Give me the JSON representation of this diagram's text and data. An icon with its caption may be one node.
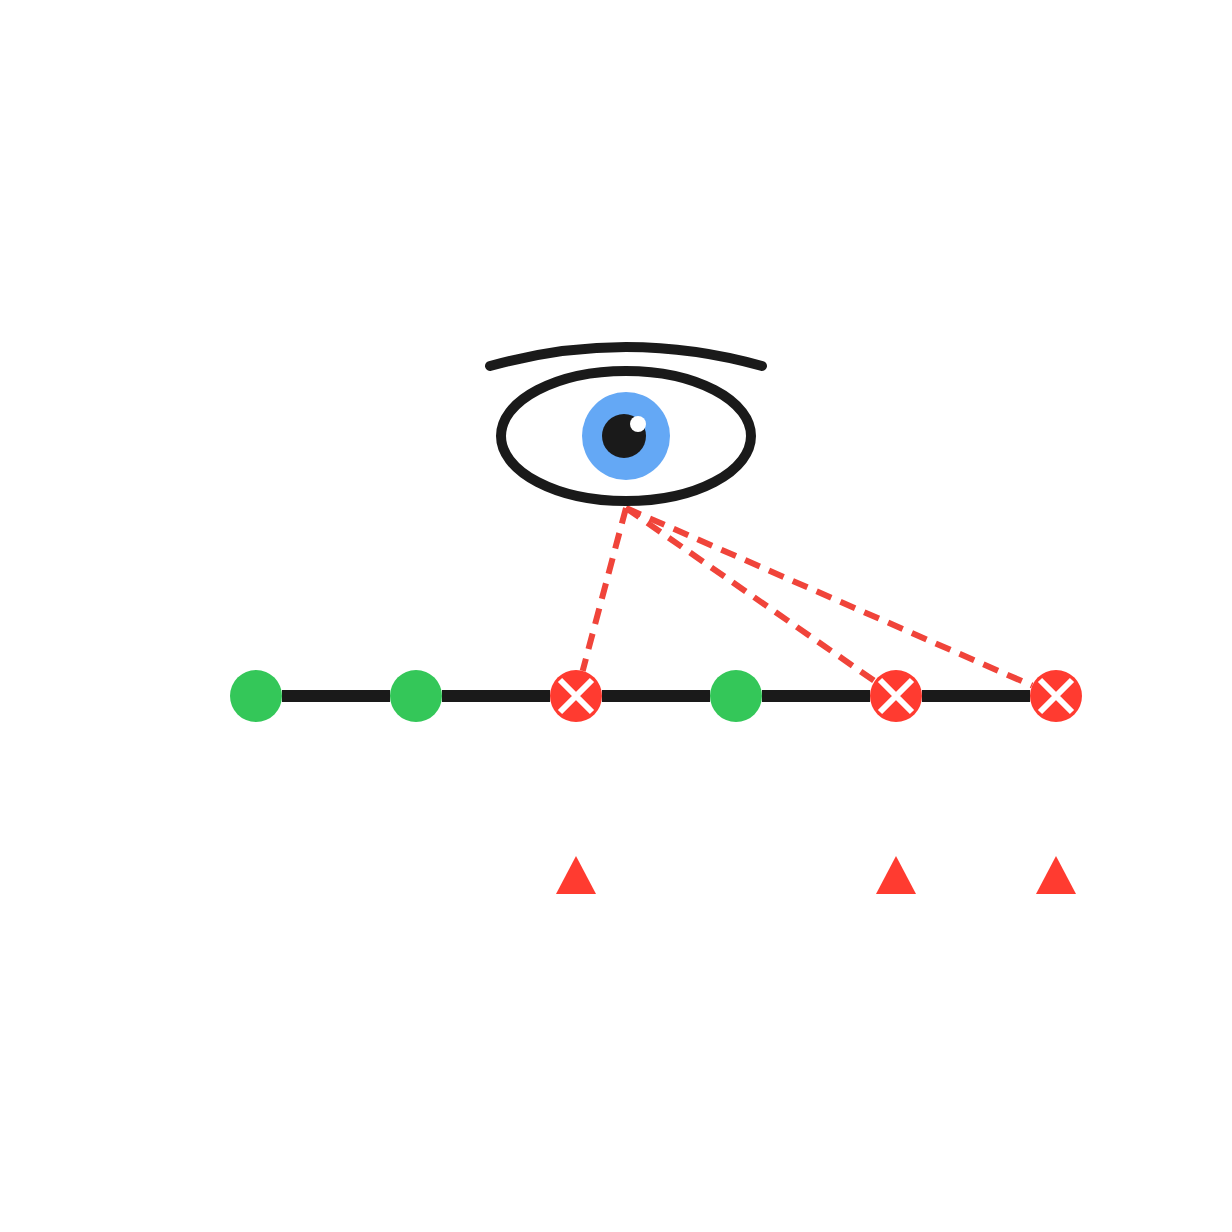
{
  "diagram": {
    "nodes": [
      {
        "text": [],
        "shape": "picture"
      },
      {
        "text": [],
        "shape": "circle"
      },
      {
        "text": [],
        "shape": "circle"
      },
      {
        "text": [],
        "shape": "circle"
      },
      {
        "text": [],
        "shape": "circle"
      },
      {
        "text": [],
        "shape": "circle"
      },
      {
        "text": [],
        "shape": "circle"
      }
    ],
    "edges": [
      {
        "from": 1,
        "to": 2,
        "arrow": "none"
      },
      {
        "from": 2,
        "to": 3,
        "arrow": "none"
      },
      {
        "from": 3,
        "to": 4,
        "arrow": "none"
      },
      {
        "from": 4,
        "to": 5,
        "arrow": "none"
      },
      {
        "from": 5,
        "to": 6,
        "arrow": "none"
      },
      {
        "from": 0,
        "to": 3,
        "arrow": "none",
        "style": "dashed",
        "color": "#f0443a"
      },
      {
        "from": 0,
        "to": 5,
        "arrow": "none",
        "style": "dashed",
        "color": "#f0443a"
      },
      {
        "from": 0,
        "to": 6,
        "arrow": "none",
        "style": "dashed",
        "color": "#f0443a"
      }
    ]
  }
}
